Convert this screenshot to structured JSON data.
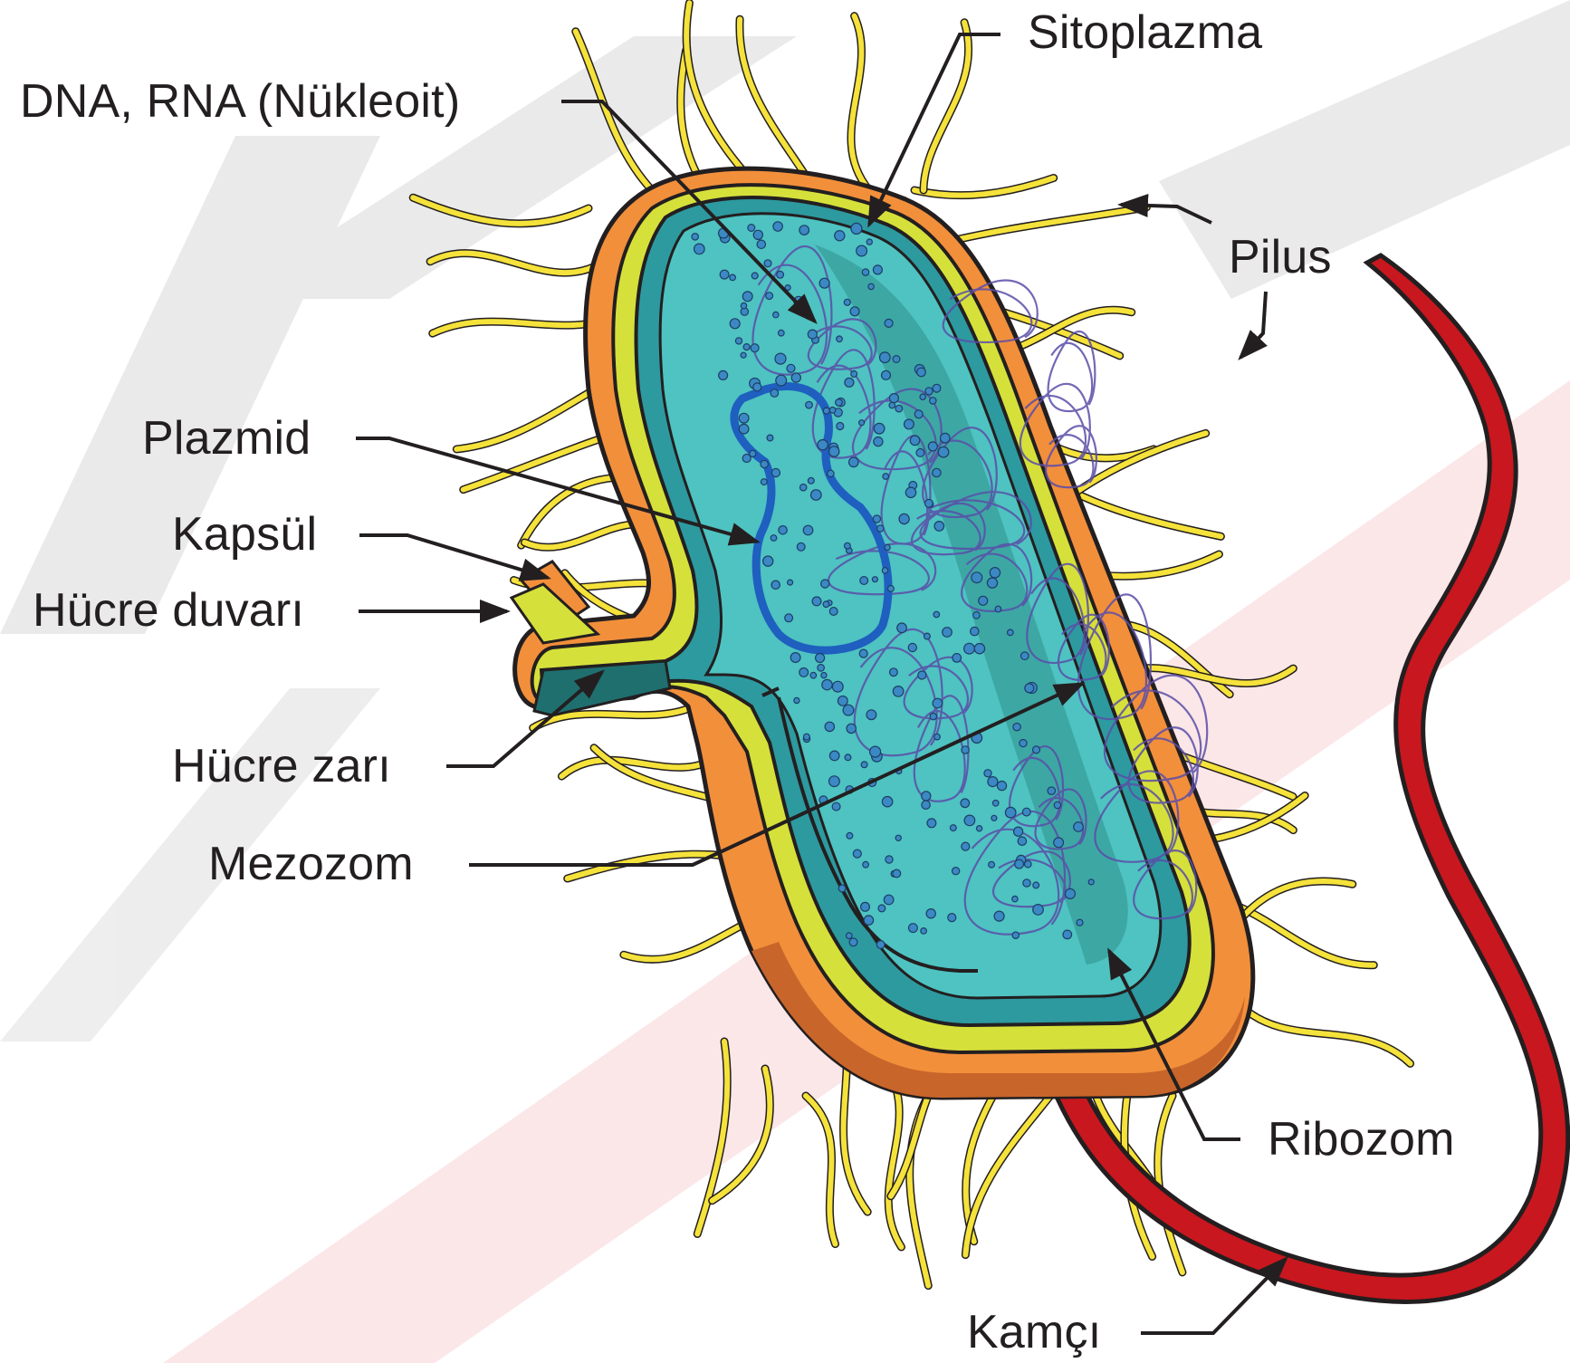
{
  "labels": {
    "sitoplazma": "Sitoplazma",
    "nukleoit": "DNA, RNA (Nükleoit)",
    "pilus": "Pilus",
    "plazmid": "Plazmid",
    "kapsul": "Kapsül",
    "hucre_duvari": "Hücre duvarı",
    "hucre_zari": "Hücre zarı",
    "mezozom": "Mezozom",
    "ribozom": "Ribozom",
    "kamci": "Kamçı"
  },
  "colors": {
    "capsule": "#f28f3b",
    "capsule_dark": "#c8652a",
    "cell_wall": "#d6e03a",
    "membrane": "#2d9aa0",
    "membrane_dark": "#1f6f6f",
    "cytoplasm": "#4ec3c1",
    "cytoplasm_dark": "#2f8f8c",
    "plasmid": "#1f5fbf",
    "nucleoid": "#5a4ea8",
    "ribosome": "#3b88c4",
    "pili": "#f5e23a",
    "flagellum": "#c8171e",
    "line": "#231f20",
    "watermark": "#e6e6e6",
    "watermark_red": "#f7d9db"
  }
}
